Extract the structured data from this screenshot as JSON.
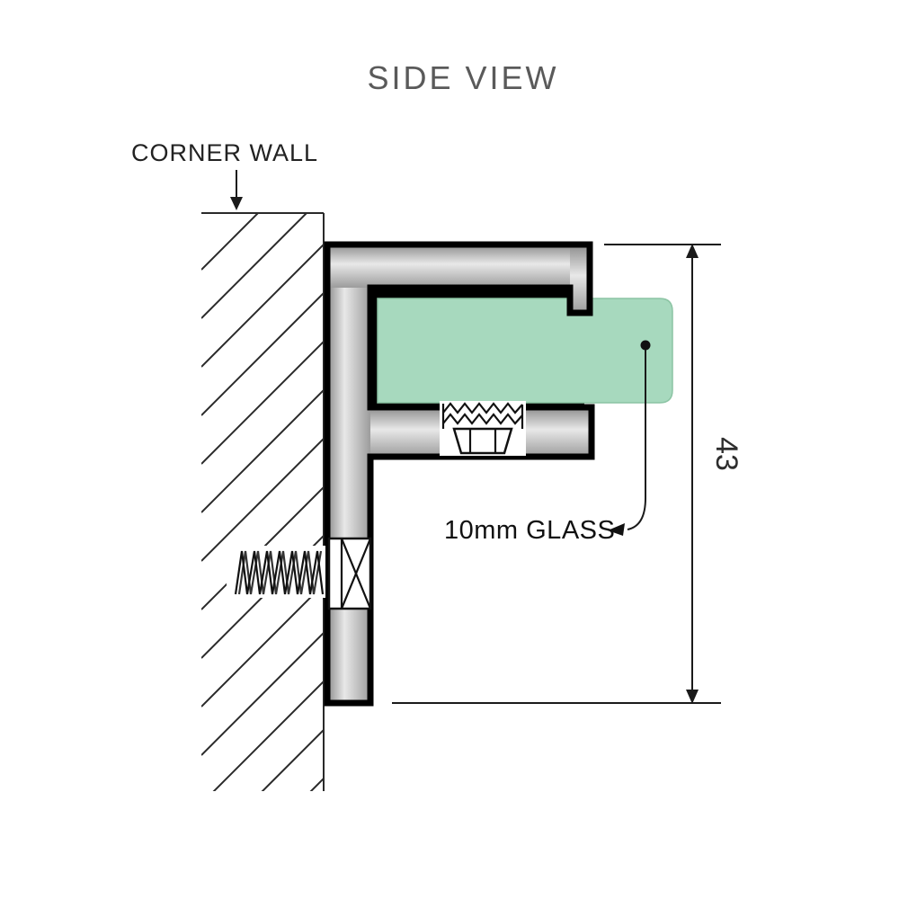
{
  "title": "SIDE VIEW",
  "wall": {
    "label": "CORNER WALL"
  },
  "glass": {
    "label": "10mm GLASS",
    "color": "#A7D9BE"
  },
  "dimension": {
    "value": "43"
  },
  "colors": {
    "background": "#FFFFFF",
    "outline": "#000000",
    "metal_light": "#E8E8E8",
    "metal_dark": "#8C8C8C",
    "text": "#1E1E1E",
    "title_text": "#5A5A5A"
  }
}
